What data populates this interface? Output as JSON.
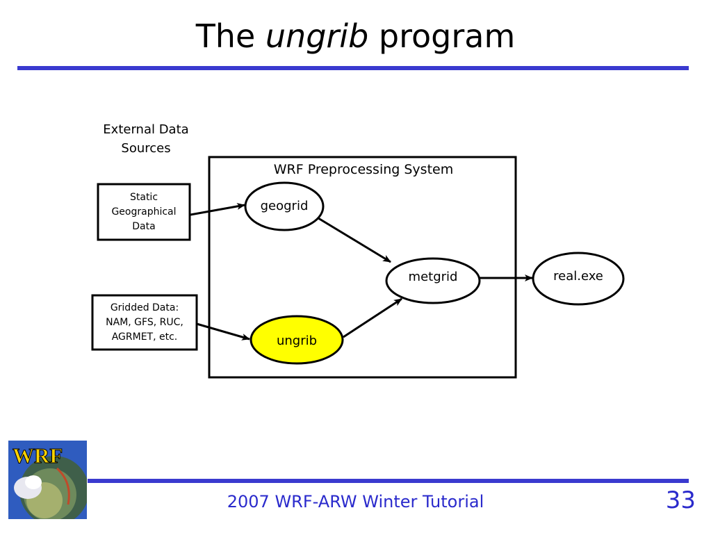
{
  "header": {
    "title_prefix": "The",
    "title_emphasis": "ungrib",
    "title_suffix": "program"
  },
  "diagram": {
    "external_label_line1": "External Data",
    "external_label_line2": "Sources",
    "system_label": "WRF Preprocessing System",
    "static_box": [
      "Static",
      "Geographical",
      "Data"
    ],
    "gridded_box": [
      "Gridded Data:",
      "NAM, GFS, RUC,",
      "AGRMET, etc."
    ],
    "nodes": {
      "geogrid": "geogrid",
      "ungrib": "ungrib",
      "metgrid": "metgrid",
      "real": "real.exe"
    },
    "highlight_color": "#ffff00"
  },
  "footer": {
    "text": "2007 WRF-ARW Winter Tutorial",
    "page_number": "33",
    "logo_text": "WRF"
  },
  "colors": {
    "accent": "#3a3acf",
    "footer_text": "#2a2acc"
  }
}
